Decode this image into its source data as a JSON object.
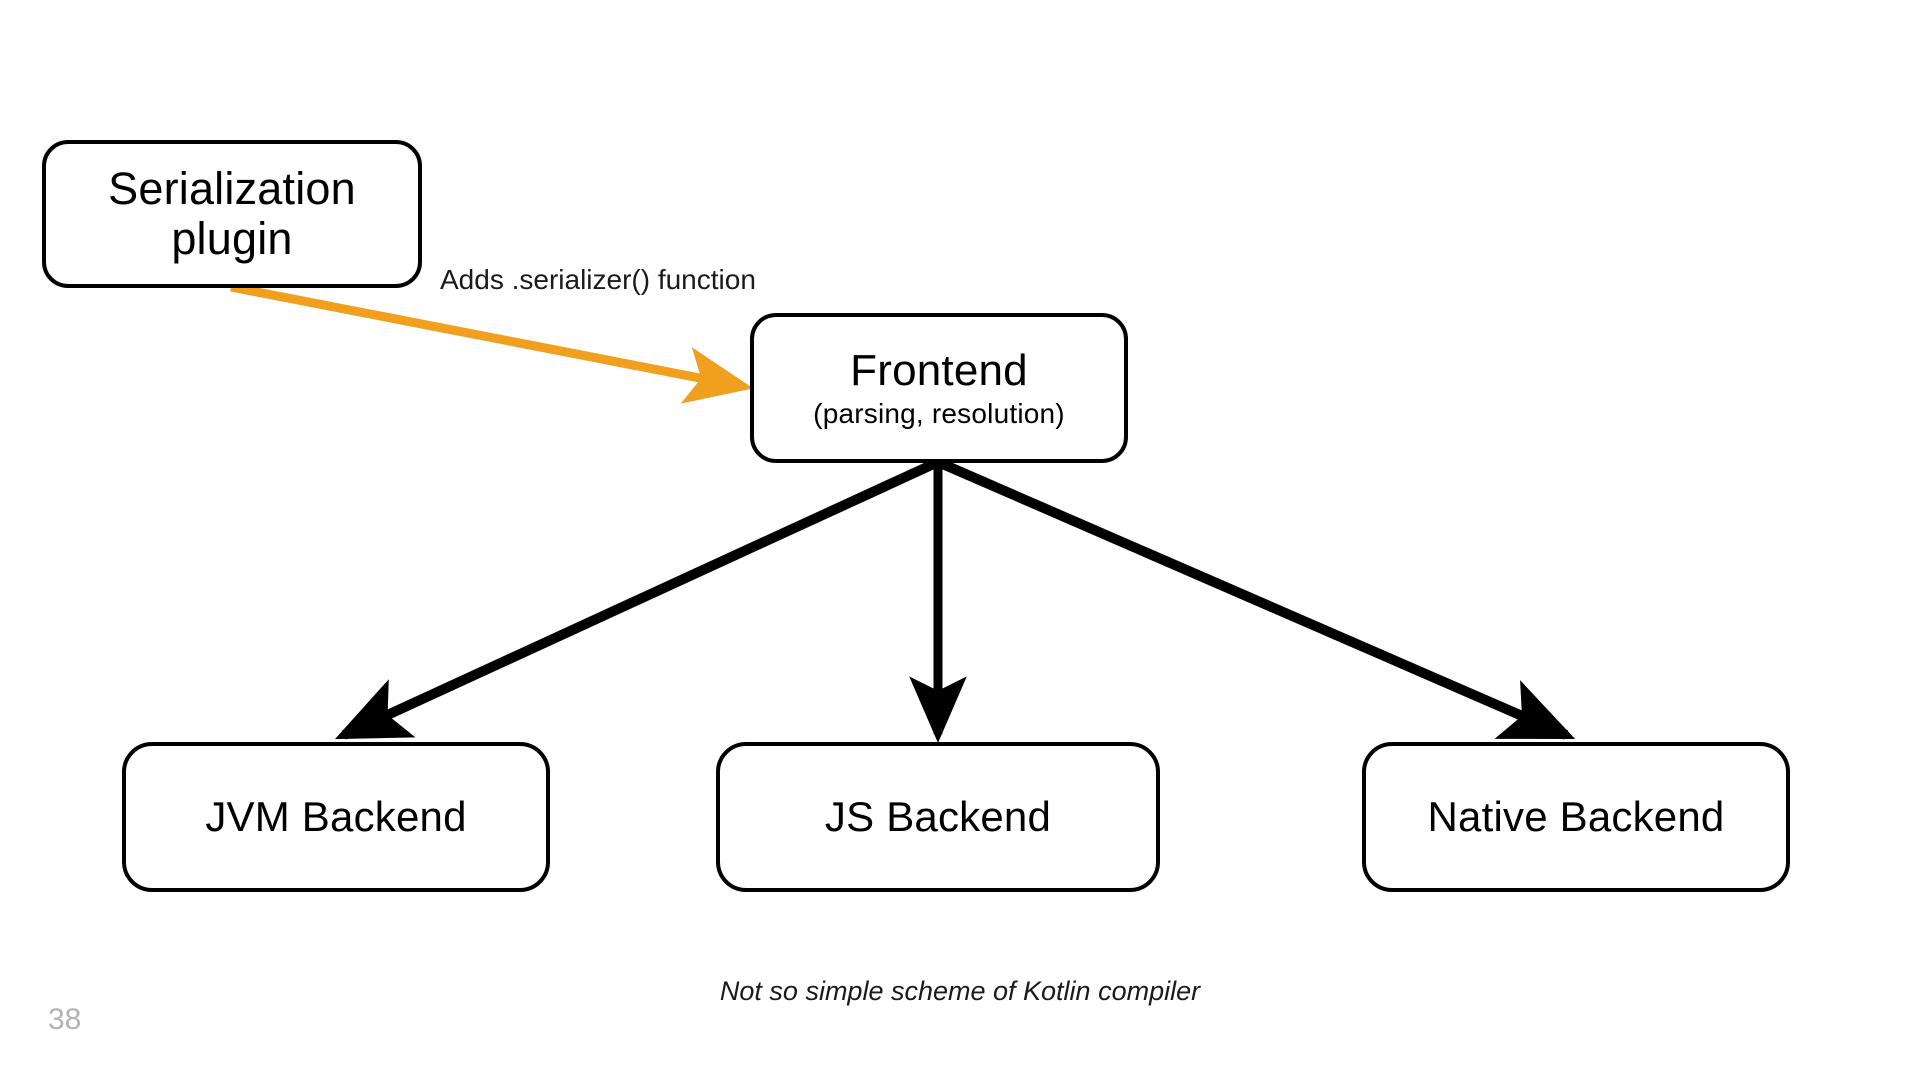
{
  "slide": {
    "page_number": "38",
    "caption": "Not so simple scheme of Kotlin compiler",
    "background_color": "#ffffff"
  },
  "colors": {
    "node_border": "#000000",
    "node_fill": "#ffffff",
    "text": "#000000",
    "plugin_arrow": "#F0A01E",
    "compiler_arrow": "#000000",
    "page_number": "#b3b3b3"
  },
  "diagram": {
    "type": "flowchart",
    "nodes": [
      {
        "id": "serialization-plugin",
        "title": "Serialization\nplugin",
        "subtitle": "",
        "shape": "rounded-rect"
      },
      {
        "id": "frontend",
        "title": "Frontend",
        "subtitle": "(parsing, resolution)",
        "shape": "rounded-rect"
      },
      {
        "id": "jvm-backend",
        "title": "JVM Backend",
        "subtitle": "",
        "shape": "rounded-rect"
      },
      {
        "id": "js-backend",
        "title": "JS Backend",
        "subtitle": "",
        "shape": "rounded-rect"
      },
      {
        "id": "native-backend",
        "title": "Native Backend",
        "subtitle": "",
        "shape": "rounded-rect"
      }
    ],
    "edges": [
      {
        "id": "plugin-to-frontend",
        "from": "serialization-plugin",
        "to": "frontend",
        "label": "Adds .serializer() function",
        "color": "#F0A01E"
      },
      {
        "id": "frontend-to-jvm",
        "from": "frontend",
        "to": "jvm-backend",
        "label": "",
        "color": "#000000"
      },
      {
        "id": "frontend-to-js",
        "from": "frontend",
        "to": "js-backend",
        "label": "",
        "color": "#000000"
      },
      {
        "id": "frontend-to-native",
        "from": "frontend",
        "to": "native-backend",
        "label": "",
        "color": "#000000"
      }
    ]
  }
}
